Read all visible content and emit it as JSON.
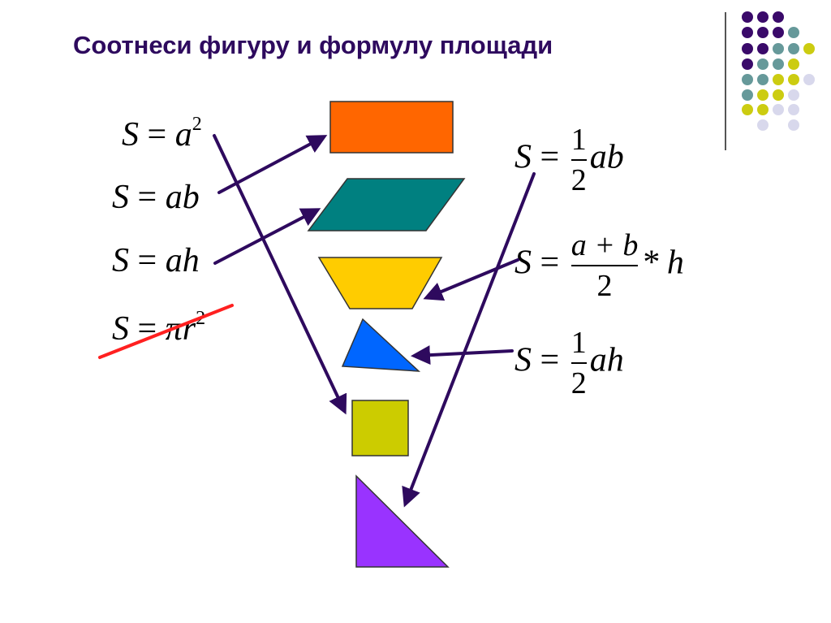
{
  "slide": {
    "title": "Соотнеси фигуру и формулу площади",
    "colors": {
      "title": "#2e0a5e",
      "arrow": "#2e0a5e",
      "strike": "#ff2020",
      "rectangle": "#ff6600",
      "parallelogram": "#008080",
      "trapezoid": "#ffcc00",
      "triangle_blue": "#0066ff",
      "square": "#cccc00",
      "right_triangle": "#9933ff"
    },
    "left_formulas": [
      {
        "id": "square-area",
        "lhs": "S",
        "eq": "=",
        "rhs": "a",
        "exp": "2"
      },
      {
        "id": "rectangle-area",
        "lhs": "S",
        "eq": "=",
        "rhs": "ab"
      },
      {
        "id": "parallelogram-area",
        "lhs": "S",
        "eq": "=",
        "rhs": "ah"
      },
      {
        "id": "circle-area",
        "lhs": "S",
        "eq": "=",
        "rhs": "πr",
        "exp": "2",
        "crossed_out": true
      }
    ],
    "right_formulas": [
      {
        "id": "right-triangle-area",
        "lhs": "S",
        "eq": "=",
        "num": "1",
        "den": "2",
        "rhs": "ab"
      },
      {
        "id": "trapezoid-area",
        "lhs": "S",
        "eq": "=",
        "num": "a + b",
        "den": "2",
        "rhs": "* h"
      },
      {
        "id": "triangle-area",
        "lhs": "S",
        "eq": "=",
        "num": "1",
        "den": "2",
        "rhs": "ah"
      }
    ],
    "shapes": [
      "rectangle",
      "parallelogram",
      "trapezoid",
      "triangle",
      "square",
      "right-triangle"
    ],
    "matches": [
      {
        "from": "S = a^2",
        "to": "square"
      },
      {
        "from": "S = ab",
        "to": "rectangle"
      },
      {
        "from": "S = ah",
        "to": "parallelogram"
      },
      {
        "from": "S = 1/2 ab",
        "to": "right-triangle"
      },
      {
        "from": "S = (a+b)/2 * h",
        "to": "trapezoid"
      },
      {
        "from": "S = 1/2 ah",
        "to": "triangle"
      }
    ]
  }
}
